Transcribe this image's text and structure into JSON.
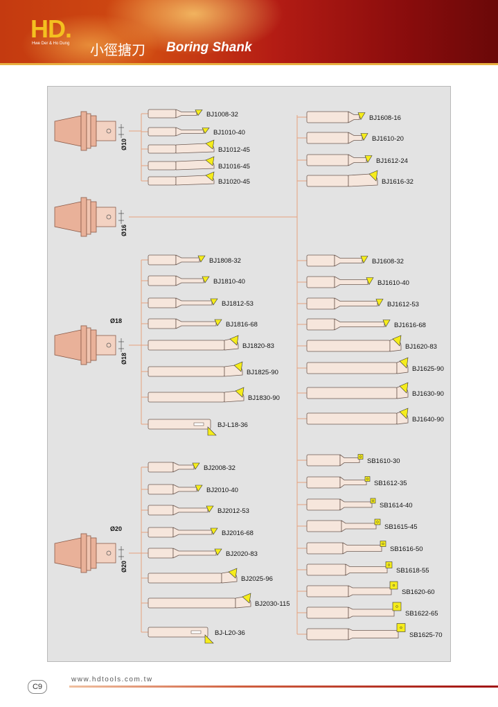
{
  "header": {
    "logo": "HD.",
    "logo_sub": "Hwe Der & Ho Dung",
    "title_cn": "小徑搪刀",
    "title_en": "Boring Shank"
  },
  "holders": [
    {
      "dia": "Ø10",
      "dia_top": ""
    },
    {
      "dia": "Ø16",
      "dia_top": ""
    },
    {
      "dia": "Ø18",
      "dia_top": "Ø18"
    },
    {
      "dia": "Ø20",
      "dia_top": "Ø20"
    }
  ],
  "bars_left_10": [
    "BJ1008-32",
    "BJ1010-40",
    "BJ1012-45",
    "BJ1016-45",
    "BJ1020-45"
  ],
  "bars_left_18": [
    "BJ1808-32",
    "BJ1810-40",
    "BJ1812-53",
    "BJ1816-68",
    "BJ1820-83",
    "BJ1825-90",
    "BJ1830-90",
    "BJ-L18-36"
  ],
  "bars_left_20": [
    "BJ2008-32",
    "BJ2010-40",
    "BJ2012-53",
    "BJ2016-68",
    "BJ2020-83",
    "BJ2025-96",
    "BJ2030-115",
    "BJ-L20-36"
  ],
  "bars_right_top": [
    "BJ1608-16",
    "BJ1610-20",
    "BJ1612-24",
    "BJ1616-32"
  ],
  "bars_right_mid": [
    "BJ1608-32",
    "BJ1610-40",
    "BJ1612-53",
    "BJ1616-68",
    "BJ1620-83",
    "BJ1625-90",
    "BJ1630-90",
    "BJ1640-90"
  ],
  "bars_right_sb": [
    "SB1610-30",
    "SB1612-35",
    "SB1614-40",
    "SB1615-45",
    "SB1616-50",
    "SB1618-55",
    "SB1620-60",
    "SB1622-65",
    "SB1625-70"
  ],
  "footer": {
    "url": "www.hdtools.com.tw",
    "page": "C9"
  },
  "colors": {
    "shank": "#f6e6dc",
    "holder": "#e9b199",
    "insert": "#f5ec1c",
    "line": "#e6a27c"
  }
}
